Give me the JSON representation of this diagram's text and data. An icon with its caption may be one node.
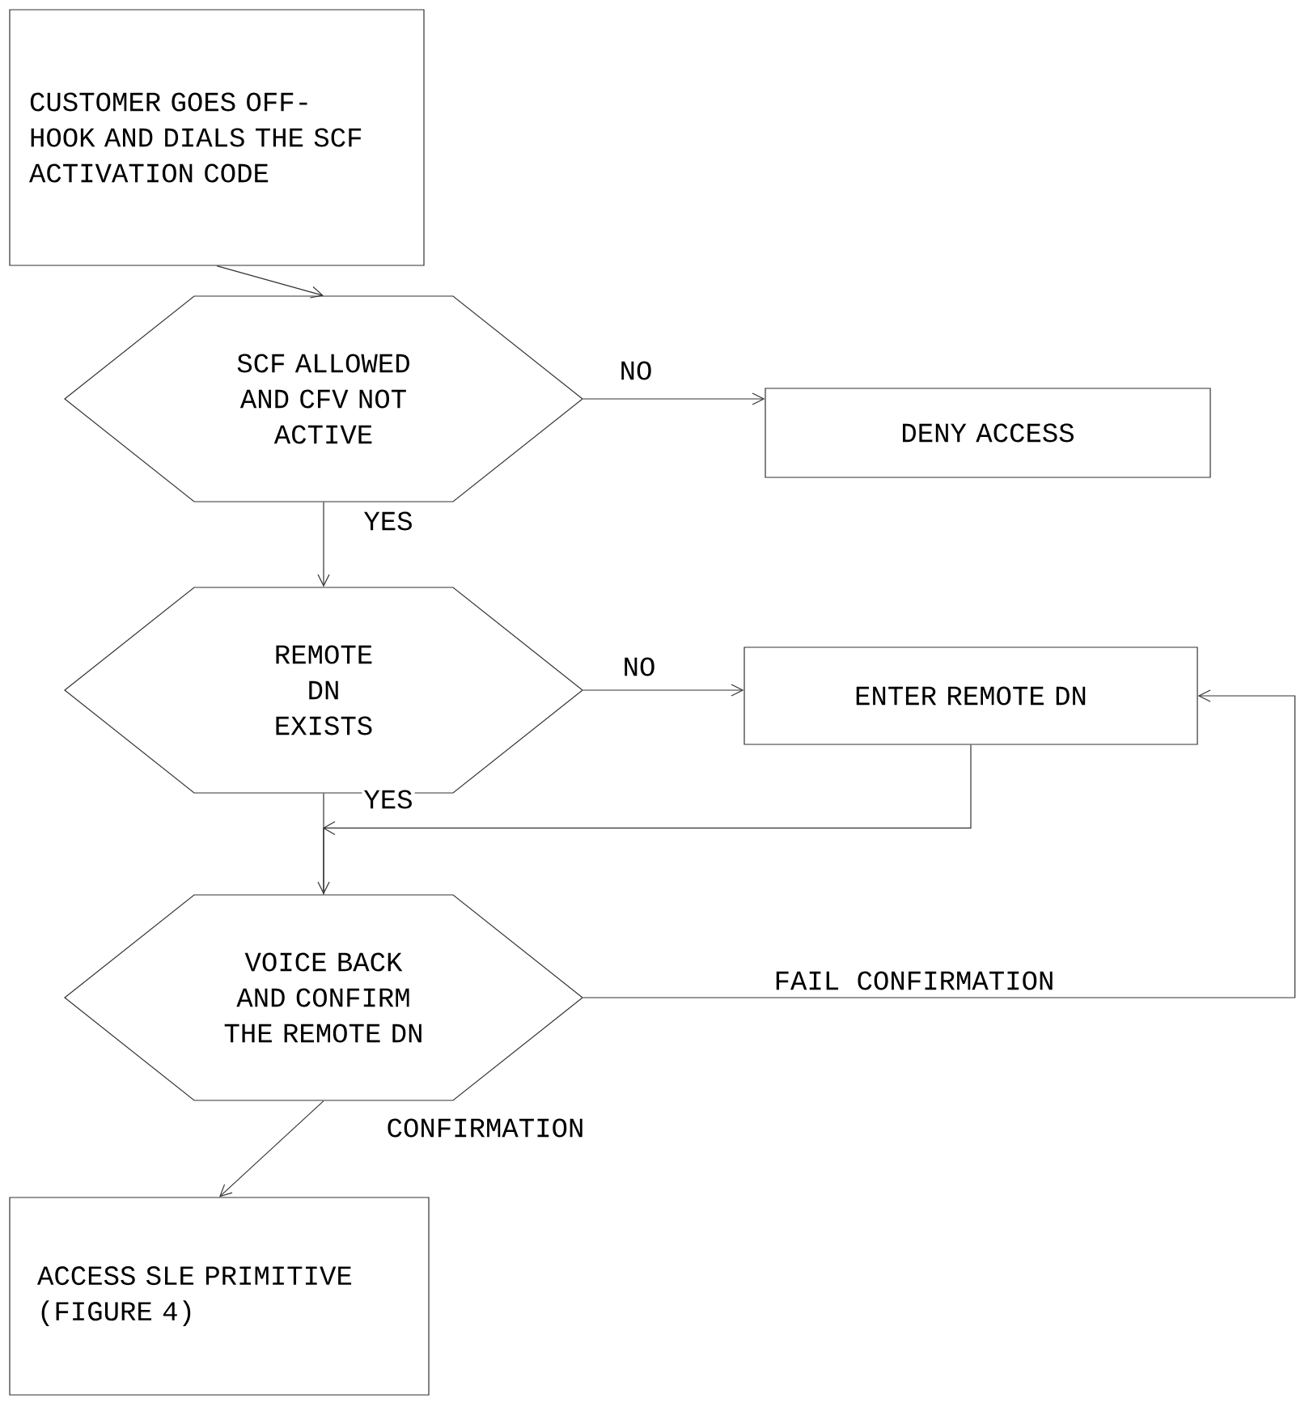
{
  "diagram": {
    "nodes": [
      {
        "text": [
          "CUSTOMER GOES OFF-HOOK AND DIALS THE SCF ACTIVATION CODE"
        ]
      },
      {
        "text": [
          "SCF ALLOWED AND CFV NOT ACTIVE"
        ]
      },
      {
        "text": [
          "DENY ACCESS"
        ]
      },
      {
        "text": [
          "REMOTE DN EXISTS"
        ]
      },
      {
        "text": [
          "ENTER REMOTE DN"
        ]
      },
      {
        "text": [
          "VOICE BACK AND CONFIRM THE REMOTE DN"
        ]
      },
      {
        "text": [
          "ACCESS SLE PRIMITIVE (FIGURE 4)"
        ]
      }
    ],
    "edges": [
      {
        "from": 0,
        "to": 1,
        "arrow": "to"
      },
      {
        "from": 1,
        "to": 2,
        "arrow": "to",
        "label": "NO"
      },
      {
        "from": 1,
        "to": 3,
        "arrow": "to",
        "label": "YES"
      },
      {
        "from": 3,
        "to": 4,
        "arrow": "to",
        "label": "NO"
      },
      {
        "from": 3,
        "to": 5,
        "arrow": "to",
        "label": "YES"
      },
      {
        "from": 4,
        "to": 5,
        "arrow": "to"
      },
      {
        "from": 5,
        "to": 4,
        "arrow": "to",
        "label": "FAIL CONFIRMATION"
      },
      {
        "from": 5,
        "to": 6,
        "arrow": "to",
        "label": "CONFIRMATION"
      }
    ]
  }
}
